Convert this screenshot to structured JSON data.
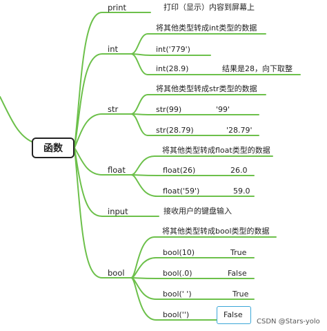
{
  "root": "函数",
  "watermark": "CSDN @Stars-yolo",
  "branches": {
    "print": {
      "label": "print",
      "note": "打印（显示）内容到屏幕上"
    },
    "int": {
      "label": "int",
      "note": "将其他类型转成int类型的数据",
      "items": [
        {
          "code": "int('779')",
          "result": ""
        },
        {
          "code": "int(28.9)",
          "result": "结果是28，向下取整"
        }
      ]
    },
    "str": {
      "label": "str",
      "note": "将其他类型转成str类型的数据",
      "items": [
        {
          "code": "str(99)",
          "result": "'99'"
        },
        {
          "code": "str(28.79)",
          "result": "'28.79'"
        }
      ]
    },
    "float": {
      "label": "float",
      "note": "将其他类型转成float类型的数据",
      "items": [
        {
          "code": "float(26)",
          "result": "26.0"
        },
        {
          "code": "float('59')",
          "result": "59.0"
        }
      ]
    },
    "input": {
      "label": "input",
      "note": "接收用户的键盘输入"
    },
    "bool": {
      "label": "bool",
      "note": "将其他类型转成bool类型的数据",
      "items": [
        {
          "code": "bool(10)",
          "result": "True"
        },
        {
          "code": "bool(.0)",
          "result": "False"
        },
        {
          "code": "bool('    ')",
          "result": "True"
        },
        {
          "code": "bool('')",
          "result": "False"
        }
      ]
    }
  },
  "colors": {
    "line": "#6cc04a",
    "root_border": "#222222",
    "highlight": "#3aa6d8"
  }
}
